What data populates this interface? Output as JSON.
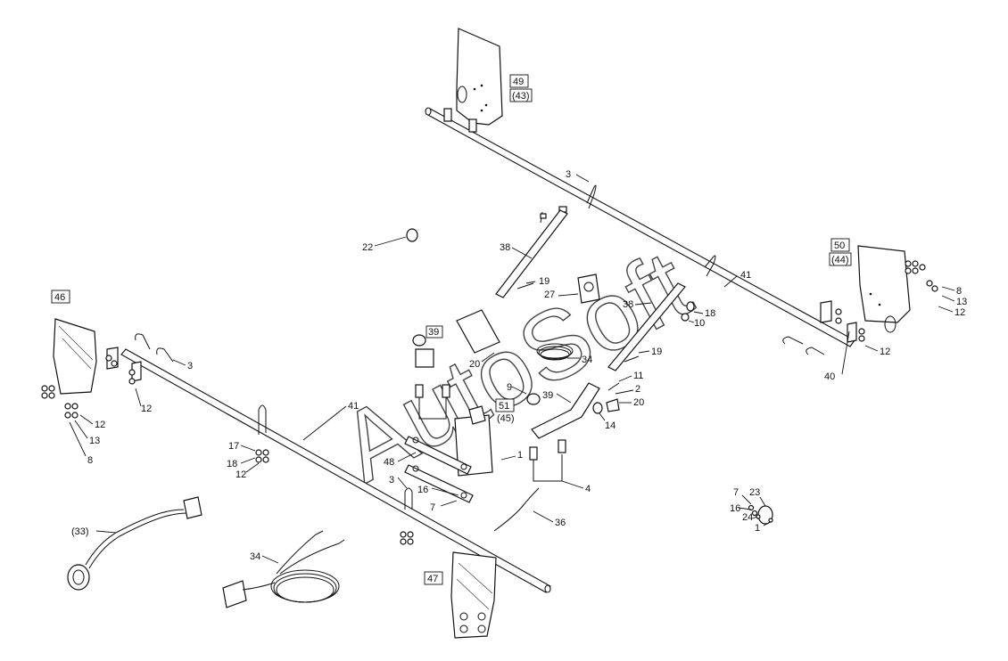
{
  "watermark": "AutoSoft",
  "labels": {
    "l49": "49",
    "l43": "(43)",
    "l50": "50",
    "l44": "(44)",
    "l46": "46",
    "l47": "47",
    "l51": "51",
    "l45": "(45)",
    "l3a": "3",
    "l3b": "3",
    "l3c": "3",
    "l22": "22",
    "l38a": "38",
    "l38b": "38",
    "l41a": "41",
    "l41b": "41",
    "l19a": "19",
    "l19b": "19",
    "l27": "27",
    "l39a": "39",
    "l39b": "39",
    "l20a": "20",
    "l20b": "20",
    "l34a": "34",
    "l34b": "34",
    "l18a": "18",
    "l18b": "18",
    "l10": "10",
    "l8a": "8",
    "l8b": "8",
    "l13a": "13",
    "l13b": "13",
    "l12a": "12",
    "l12b": "12",
    "l12c": "12",
    "l12d": "12",
    "l12e": "12",
    "l40": "40",
    "l9": "9",
    "l11": "11",
    "l2": "2",
    "l14": "14",
    "l17": "17",
    "l48": "48",
    "l1a": "1",
    "l1b": "1",
    "l4": "4",
    "l16a": "16",
    "l16b": "16",
    "l7a": "7",
    "l7b": "7",
    "l36": "36",
    "l33": "(33)",
    "l23": "23",
    "l24": "24"
  }
}
